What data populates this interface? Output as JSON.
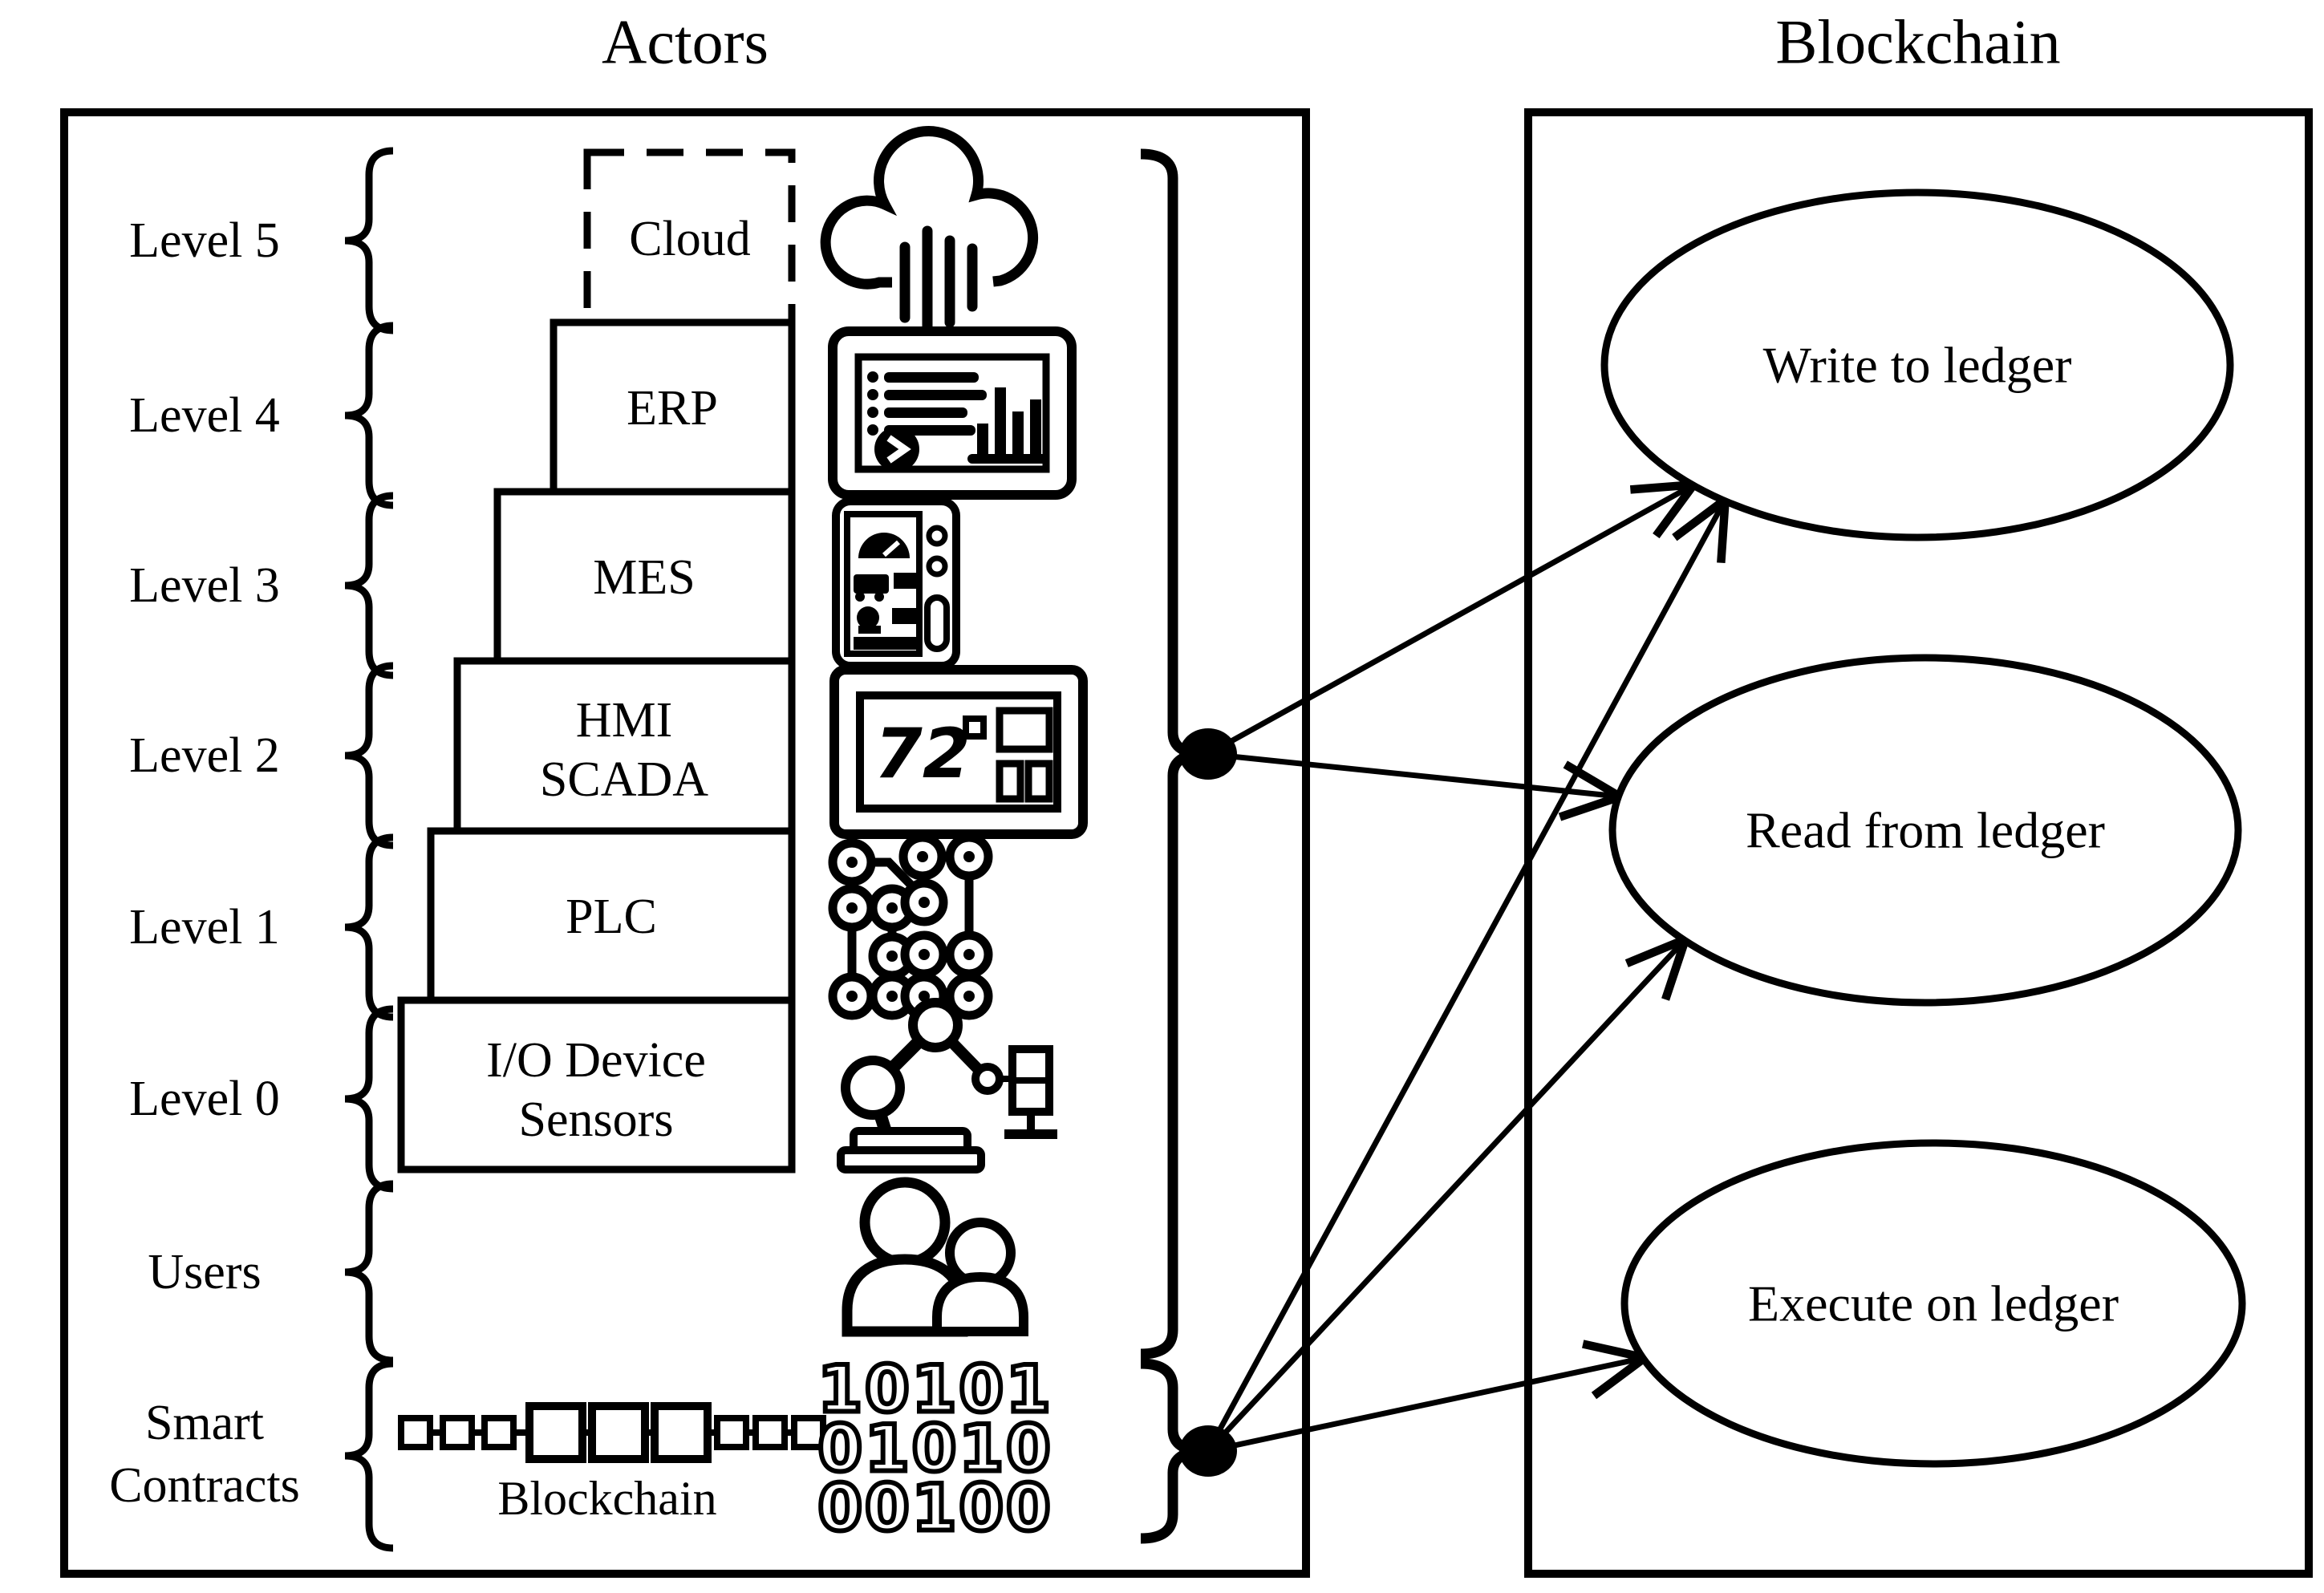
{
  "titles": {
    "actors": "Actors",
    "blockchain": "Blockchain"
  },
  "levels": {
    "l5": "Level 5",
    "l4": "Level 4",
    "l3": "Level 3",
    "l2": "Level 2",
    "l1": "Level 1",
    "l0": "Level 0",
    "users": "Users",
    "smart1": "Smart",
    "smart2": "Contracts"
  },
  "pyramid": {
    "cloud": "Cloud",
    "erp": "ERP",
    "mes": "MES",
    "hmi1": "HMI",
    "hmi2": "SCADA",
    "plc": "PLC",
    "io1": "I/O Device",
    "io2": "Sensors"
  },
  "chain": {
    "label": "Blockchain"
  },
  "binary": {
    "line1": "10101",
    "line2": "01010",
    "line3": "00100"
  },
  "scada": {
    "reading": "72"
  },
  "ledger": {
    "write": "Write to ledger",
    "read": "Read from ledger",
    "execute": "Execute on ledger"
  },
  "colors": {
    "ink": "#000000",
    "paper": "#ffffff"
  }
}
